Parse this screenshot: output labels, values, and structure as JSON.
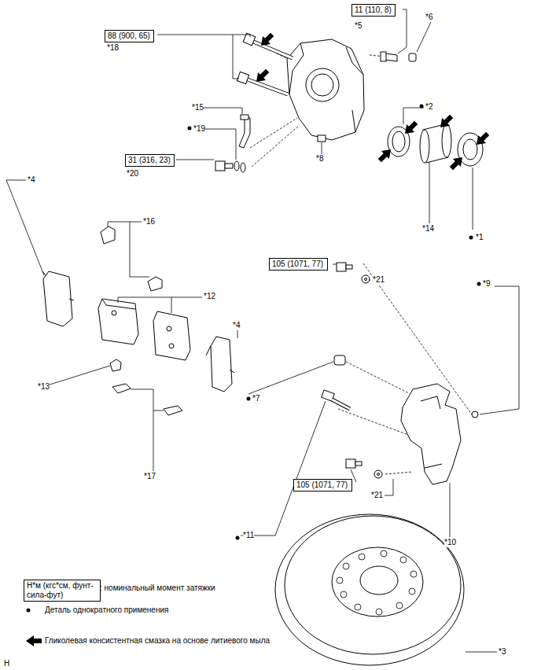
{
  "diagram": {
    "nodes": [
      {
        "text": [
          "88 (900, 65)"
        ]
      },
      {
        "text": [
          "11 (110, 8)"
        ]
      },
      {
        "text": [
          "31 (316, 23)"
        ]
      },
      {
        "text": [
          "105 (1071, 77)"
        ]
      },
      {
        "text": [
          "105 (1071, 77)"
        ]
      },
      {
        "text": [
          "Н*м (кгс*см, фунт-сила-фут)"
        ]
      }
    ],
    "labels": [
      "*18",
      "*5",
      "*6",
      "*2",
      "*15",
      "*19",
      "*20",
      "*8",
      "*14",
      "*1",
      "*4",
      "*16",
      "*12",
      "*4",
      "*21",
      "*9",
      "*13",
      "*7",
      "*10",
      "*17",
      "*11",
      "*21",
      "*3",
      "H"
    ],
    "legend": [
      {
        "text": ": номинальный момент затяжки"
      },
      {
        "text": "Деталь однократного применения"
      },
      {
        "text": "Гликолевая консистентная смазка на основе литиевого мыла"
      }
    ]
  }
}
